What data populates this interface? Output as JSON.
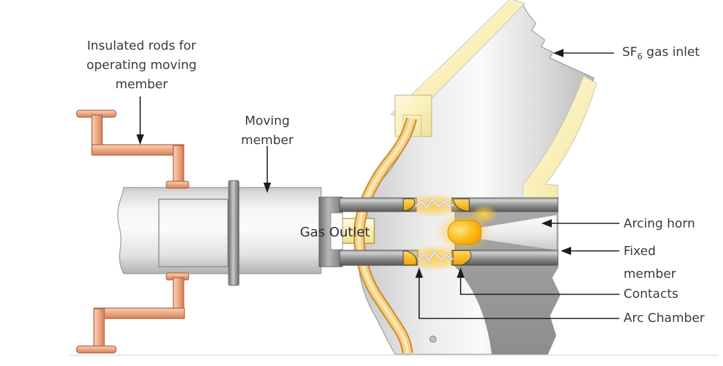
{
  "labels": {
    "insulated_rods": {
      "lines": [
        "Insulated rods for",
        "operating moving",
        "member"
      ]
    },
    "moving_member": {
      "lines": [
        "Moving",
        "member"
      ]
    },
    "sf6_gas_inlet": {
      "prefix": "SF",
      "subscript": "6",
      "suffix": " gas inlet"
    },
    "gas_outlet": {
      "text": "Gas Outlet"
    },
    "arcing_horn": {
      "text": "Arcing horn"
    },
    "fixed_member": {
      "lines": [
        "Fixed",
        "member"
      ]
    },
    "contacts": {
      "text": "Contacts"
    },
    "arc_chamber": {
      "text": "Arc Chamber"
    }
  },
  "colors": {
    "background": "#ffffff",
    "label_text": "#3a3a3a",
    "copper_rod": "#efac89",
    "copper_rod_border": "#b4643f",
    "gold_tube": "#f7cf80",
    "gold_tube_border": "#c8882e",
    "cream_insulation": "#faf0bb",
    "contact_orange": "#fcbc1c",
    "arc_glow": "#ffd24d",
    "spark_violet": "#a9a9e0",
    "metal_rod_gray": "#9c9c9c",
    "vessel_gray": "#e0e0e0",
    "arrow_black": "#1c1c1c"
  }
}
